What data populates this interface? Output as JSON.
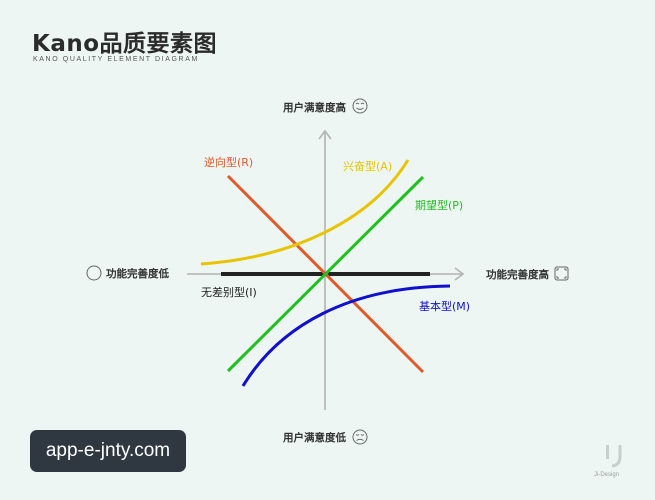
{
  "header": {
    "title": "Kano品质要素图",
    "subtitle": "KANO QUALITY ELEMENT DIAGRAM"
  },
  "axes": {
    "y_top": "用户满意度高",
    "y_bottom": "用户满意度低",
    "x_left": "功能完善度低",
    "x_right": "功能完善度高",
    "icons": {
      "y_top": "smile-face-icon",
      "y_bottom": "sad-face-icon",
      "x_left": "empty-circle-icon",
      "x_right": "full-square-icon"
    }
  },
  "curves": {
    "reverse": {
      "label": "逆向型(R)",
      "color": "#e05a2a"
    },
    "excitement": {
      "label": "兴奋型(A)",
      "color": "#e8c400"
    },
    "performance": {
      "label": "期望型(P)",
      "color": "#1fc01f"
    },
    "indifferent": {
      "label": "无差别型(I)",
      "color": "#222222"
    },
    "basic": {
      "label": "基本型(M)",
      "color": "#1010cc"
    }
  },
  "watermark": "app-e-jnty.com",
  "brand": {
    "text": "Ji-Design"
  }
}
